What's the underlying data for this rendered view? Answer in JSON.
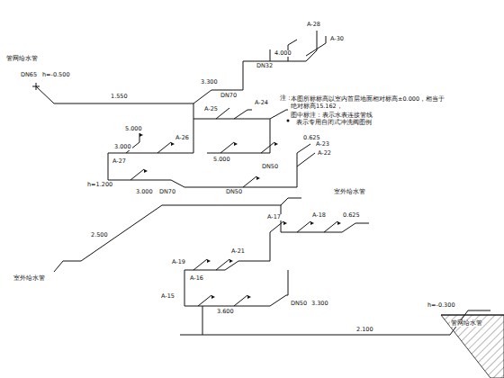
{
  "diagram": {
    "labels": [
      "管网给水管",
      "DN65",
      "h=-0.500",
      "1.550",
      "3.300",
      "DN32",
      "4.000",
      "A-28",
      "A-30",
      "A-25",
      "DN70",
      "A-24",
      "0.625",
      "A-23",
      "A-22",
      "3.000",
      "5.000",
      "A-27",
      "h=1.200",
      "DN70",
      "3.000",
      "DN50",
      "5.000",
      "DN50",
      "A-26",
      "室外给水管",
      "2.500",
      "室外给水管",
      "A-17",
      "A-18",
      "0.625",
      "A-21",
      "A-16",
      "A-19",
      "A-15",
      "3.600",
      "DN50",
      "3.300",
      "2.100",
      "h=-0.300",
      "管网给水管",
      "注：",
      "本图所标标高以室内首层地面相对标高±0.000，相当于绝对标高15.162，",
      "图中标注：表示水表连接管线",
      "表示专用自闭式冲洗阀图例"
    ]
  }
}
